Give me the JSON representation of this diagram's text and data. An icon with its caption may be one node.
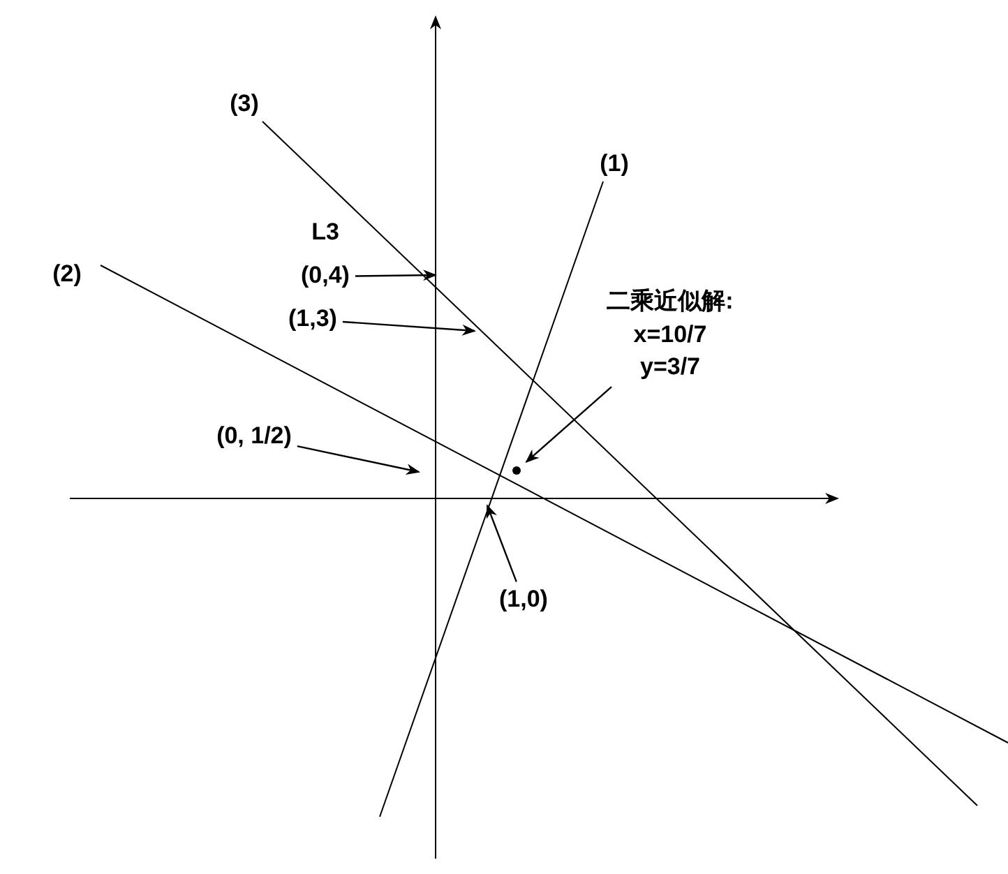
{
  "diagram": {
    "nodes": [
      {
        "text": [
          "(0,4)"
        ]
      },
      {
        "text": [
          "(1,3)"
        ]
      },
      {
        "text": [
          "(0, 1/2)"
        ]
      },
      {
        "text": [
          "(1,0)"
        ]
      },
      {
        "text": [
          "二乘近似解:",
          "x=10/7",
          "y=3/7"
        ]
      },
      {
        "text": [],
        "shape": "circle"
      }
    ],
    "edges": [
      {
        "from": 0,
        "to": null,
        "arrow": "to"
      },
      {
        "from": 1,
        "to": null,
        "arrow": "to"
      },
      {
        "from": 2,
        "to": null,
        "arrow": "to"
      },
      {
        "from": 3,
        "to": null,
        "arrow": "to"
      },
      {
        "from": 4,
        "to": 5,
        "arrow": "to"
      }
    ],
    "labels": [
      "(3)",
      "(1)",
      "L3",
      "(2)"
    ]
  }
}
